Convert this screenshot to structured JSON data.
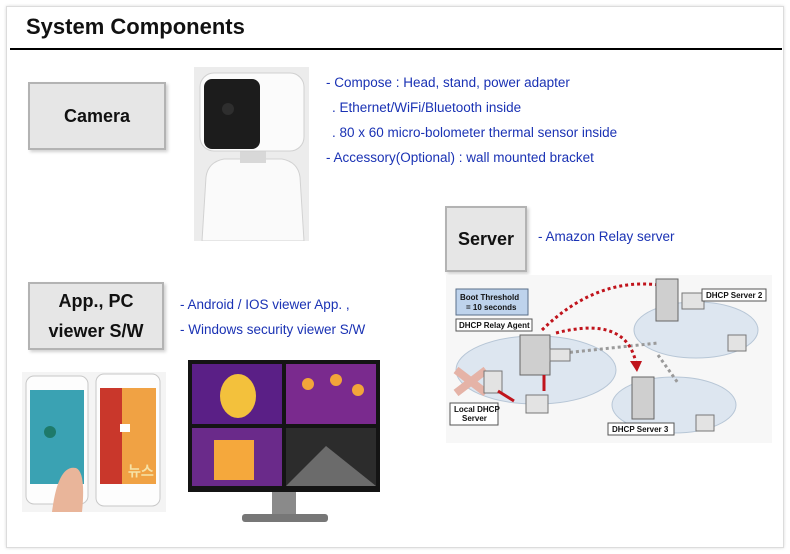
{
  "page": {
    "title": "System Components"
  },
  "camera": {
    "label": "Camera",
    "lines": [
      "- Compose : Head, stand, power adapter",
      ". Ethernet/WiFi/Bluetooth inside",
      ". 80 x 60 micro-bolometer thermal sensor inside",
      "- Accessory(Optional) : wall mounted bracket"
    ]
  },
  "server": {
    "label": "Server",
    "lines": [
      "- Amazon Relay server"
    ]
  },
  "app": {
    "label_line1": "App., PC",
    "label_line2": "viewer S/W",
    "lines": [
      "- Android / IOS viewer App. ,",
      "- Windows security viewer S/W"
    ]
  },
  "diagram": {
    "boot_threshold": [
      "Boot Threshold",
      "= 10 seconds"
    ],
    "relay_agent": "DHCP Relay Agent",
    "local_dhcp": [
      "Local DHCP",
      "Server"
    ],
    "dhcp2": "DHCP Server 2",
    "dhcp3": "DHCP Server 3"
  },
  "phones": {
    "label": "뉴스"
  },
  "colors": {
    "text_blue": "#1a32b4",
    "box_fill": "#e6e6e6",
    "arrow_red": "#c0141c"
  }
}
